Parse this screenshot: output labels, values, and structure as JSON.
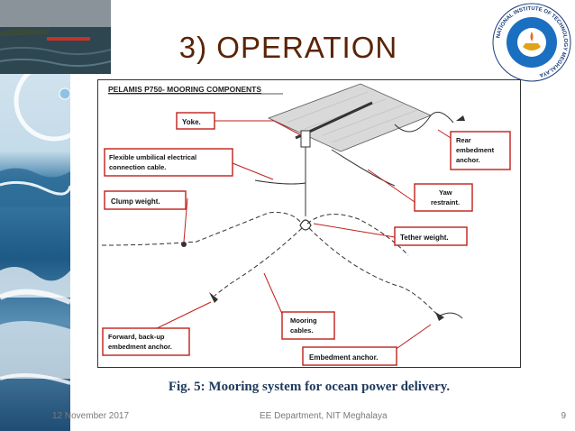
{
  "slide": {
    "title": "3)    OPERATION",
    "caption": "Fig. 5: Mooring system for ocean power delivery.",
    "footer_date": "12 November 2017",
    "footer_dept": "EE Department, NIT Meghalaya",
    "page_number": "9"
  },
  "diagram": {
    "heading": "PELAMIS P750- MOORING COMPONENTS",
    "labels": {
      "yoke": "Yoke.",
      "umbilical_1": "Flexible umbilical electrical",
      "umbilical_2": "connection cable.",
      "clump_weight": "Clump weight.",
      "rear_1": "Rear",
      "rear_2": "embedment",
      "rear_3": "anchor.",
      "yaw_1": "Yaw",
      "yaw_2": "restraint.",
      "tether": "Tether weight.",
      "mooring_1": "Mooring",
      "mooring_2": "cables.",
      "forward_1": "Forward, back-up",
      "forward_2": "embedment anchor.",
      "embedment": "Embedment anchor."
    }
  },
  "emblem": {
    "text": "NATIONAL INSTITUTE OF TECHNOLOGY MEGHALAYA"
  },
  "colors": {
    "title": "#5a2406",
    "caption": "#1f3a5c",
    "callout_red": "#c0201a",
    "emblem_blue": "#1a6fc0"
  }
}
